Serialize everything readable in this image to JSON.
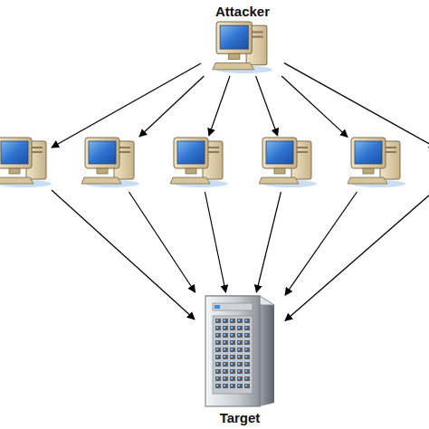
{
  "diagram": {
    "nodes": [
      {
        "text": [
          "Attacker"
        ]
      },
      {
        "text": []
      },
      {
        "text": []
      },
      {
        "text": []
      },
      {
        "text": []
      },
      {
        "text": []
      },
      {
        "text": []
      },
      {
        "text": [
          "Target"
        ]
      }
    ],
    "edges": [
      {
        "from": 0,
        "to": 1,
        "arrow": "to"
      },
      {
        "from": 0,
        "to": 2,
        "arrow": "to"
      },
      {
        "from": 0,
        "to": 3,
        "arrow": "to"
      },
      {
        "from": 0,
        "to": 4,
        "arrow": "to"
      },
      {
        "from": 0,
        "to": 5,
        "arrow": "to"
      },
      {
        "from": 0,
        "to": 6,
        "arrow": "to"
      },
      {
        "from": 1,
        "to": 7,
        "arrow": "to"
      },
      {
        "from": 2,
        "to": 7,
        "arrow": "to"
      },
      {
        "from": 3,
        "to": 7,
        "arrow": "to"
      },
      {
        "from": 4,
        "to": 7,
        "arrow": "to"
      },
      {
        "from": 5,
        "to": 7,
        "arrow": "to"
      },
      {
        "from": 6,
        "to": 7,
        "arrow": "to"
      }
    ]
  }
}
